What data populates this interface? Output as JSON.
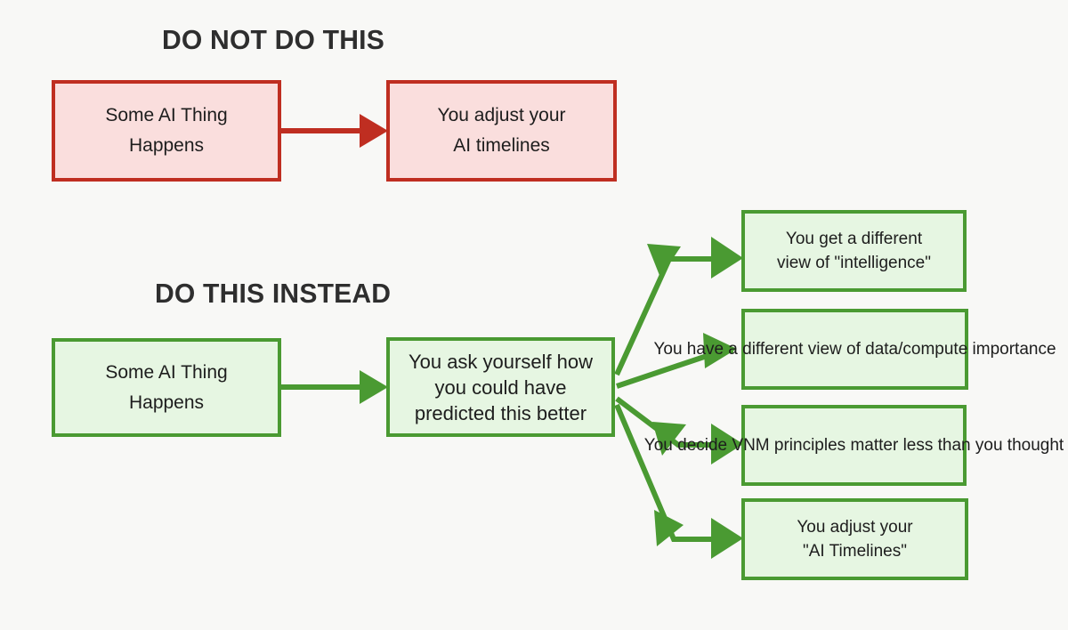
{
  "page": {
    "background_color": "#f8f8f6",
    "text_color": "#1d1d1d"
  },
  "palette": {
    "bad_border": "#bf2e21",
    "bad_fill": "#fadedd",
    "good_border": "#4a9a32",
    "good_fill": "#e6f6e2",
    "title_color": "#2e2e2e"
  },
  "sections": {
    "bad": {
      "title": "DO NOT DO THIS",
      "nodes": {
        "source": "Some AI Thing\nHappens",
        "result": "You adjust your\nAI timelines"
      },
      "edges": [
        {
          "name": "bad-source-to-result",
          "from": "source",
          "to": "result"
        }
      ]
    },
    "good": {
      "title": "DO THIS INSTEAD",
      "nodes": {
        "source": "Some AI Thing\nHappens",
        "think": "You ask yourself how\nyou could have\npredicted this better",
        "outcomes": [
          "You get a different\nview of \"intelligence\"",
          "You have a different view\nof data/compute importance",
          "You decide VNM principles\nmatter less than you thought",
          "You adjust your\n\"AI Timelines\""
        ]
      },
      "edges": [
        {
          "name": "good-source-to-think",
          "from": "source",
          "to": "think"
        },
        {
          "name": "good-think-to-outcome-1",
          "from": "think",
          "to": "outcome-1"
        },
        {
          "name": "good-think-to-outcome-2",
          "from": "think",
          "to": "outcome-2"
        },
        {
          "name": "good-think-to-outcome-3",
          "from": "think",
          "to": "outcome-3"
        },
        {
          "name": "good-think-to-outcome-4",
          "from": "think",
          "to": "outcome-4"
        }
      ]
    }
  }
}
